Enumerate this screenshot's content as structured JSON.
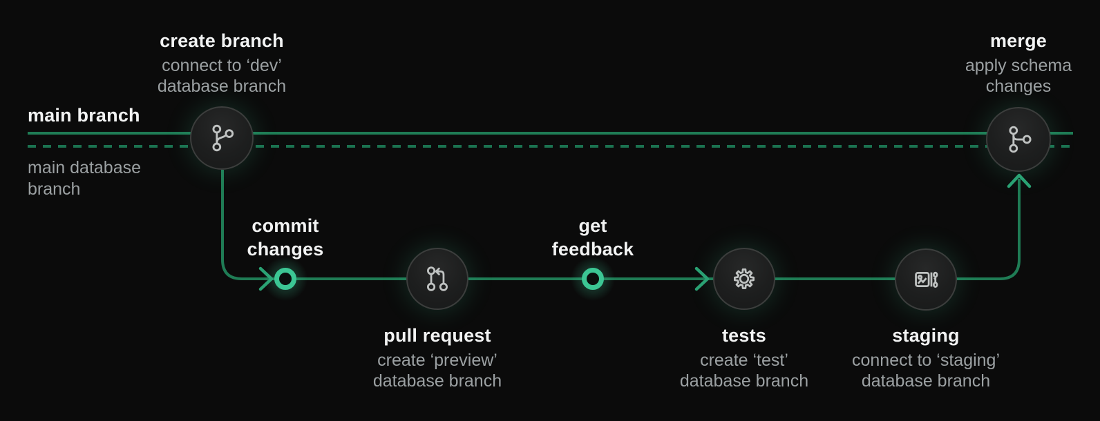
{
  "diagram": {
    "main_branch": {
      "label": "main branch"
    },
    "main_database_branch": {
      "label_line1": "main database",
      "label_line2": "branch"
    },
    "steps": {
      "create_branch": {
        "title": "create branch",
        "subtitle_line1": "connect to ‘dev’",
        "subtitle_line2": "database branch",
        "icon": "git-branch-icon"
      },
      "commit_changes": {
        "title_line1": "commit",
        "title_line2": "changes",
        "icon": "commit-ring-icon"
      },
      "pull_request": {
        "title": "pull request",
        "subtitle_line1": "create ‘preview’",
        "subtitle_line2": "database branch",
        "icon": "git-pull-request-icon"
      },
      "get_feedback": {
        "title_line1": "get",
        "title_line2": "feedback",
        "icon": "feedback-ring-icon"
      },
      "tests": {
        "title": "tests",
        "subtitle_line1": "create ‘test’",
        "subtitle_line2": "database branch",
        "icon": "gear-icon"
      },
      "staging": {
        "title": "staging",
        "subtitle_line1": "connect to ‘staging’",
        "subtitle_line2": "database branch",
        "icon": "staging-data-icon"
      },
      "merge": {
        "title": "merge",
        "subtitle_line1": "apply schema",
        "subtitle_line2": "changes",
        "icon": "git-merge-icon"
      }
    },
    "colors": {
      "background": "#0b0b0b",
      "branch_line": "#1f7c55",
      "database_line": "#1b7250",
      "arrow": "#2aa173",
      "ring": "#3cc694",
      "node_border": "#3c3e3d",
      "node_fill": "#1d1e1e",
      "icon_stroke": "#c0c3c2",
      "title_text": "#f2f3f3",
      "subtitle_text": "#9ba0a2"
    }
  }
}
